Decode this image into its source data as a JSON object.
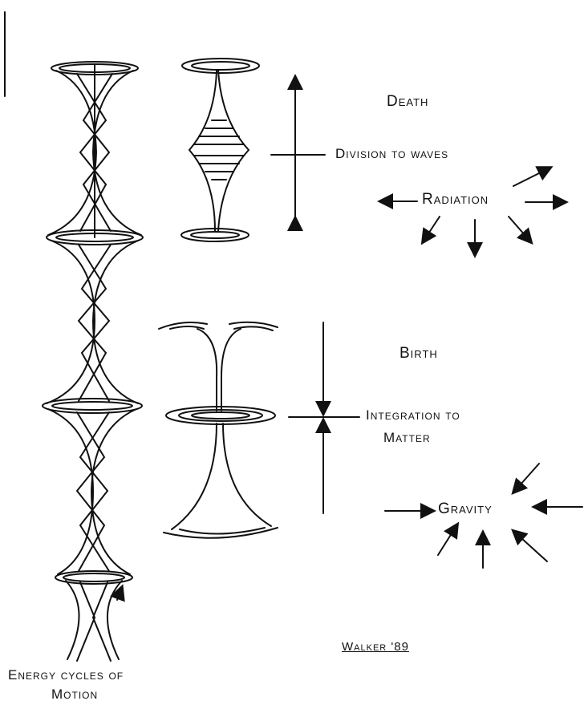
{
  "labels": {
    "death": "Death",
    "division": "Division to waves",
    "radiation": "Radiation",
    "birth": "Birth",
    "integration_line1": "Integration to",
    "integration_line2": "Matter",
    "gravity": "Gravity",
    "signature": "Walker '89",
    "caption_line1": "Energy cycles of",
    "caption_line2": "Motion"
  }
}
